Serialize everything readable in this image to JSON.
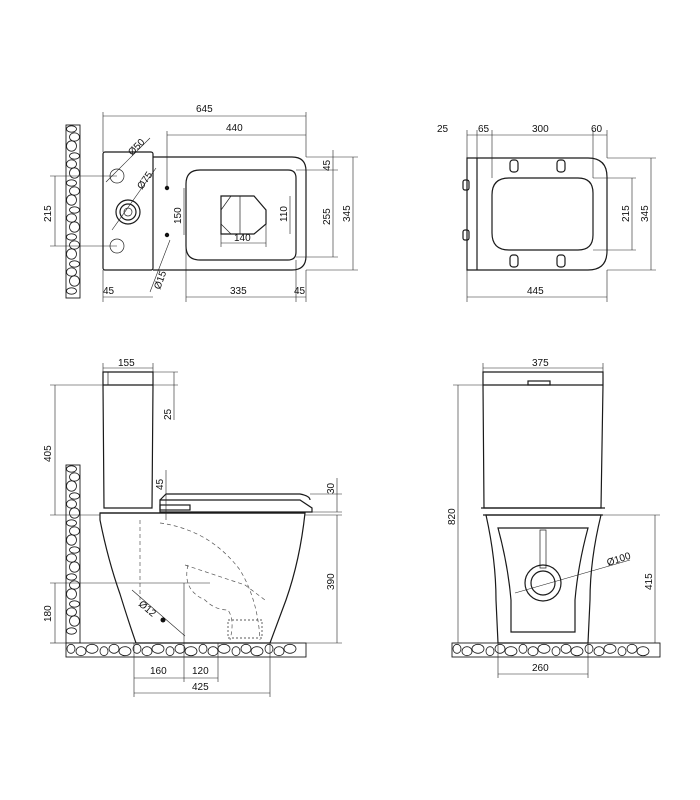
{
  "top_view": {
    "d_645": "645",
    "d_440": "440",
    "d_45_top": "45",
    "d_255": "255",
    "d_345": "345",
    "d_215": "215",
    "d_150": "150",
    "d_110": "110",
    "d_140": "140",
    "d_45_left": "45",
    "d_335": "335",
    "d_45_right": "45",
    "d_o50": "Ø50",
    "d_o75": "Ø75",
    "d_o15": "Ø15"
  },
  "seat_view": {
    "d_25": "25",
    "d_65": "65",
    "d_300": "300",
    "d_60": "60",
    "d_215": "215",
    "d_345": "345",
    "d_445": "445"
  },
  "side_view": {
    "d_155": "155",
    "d_25": "25",
    "d_405": "405",
    "d_45": "45",
    "d_30": "30",
    "d_390": "390",
    "d_180": "180",
    "d_o12": "Ø12",
    "d_160": "160",
    "d_120": "120",
    "d_425": "425"
  },
  "front_view": {
    "d_375": "375",
    "d_820": "820",
    "d_415": "415",
    "d_o100": "Ø100",
    "d_260": "260"
  }
}
